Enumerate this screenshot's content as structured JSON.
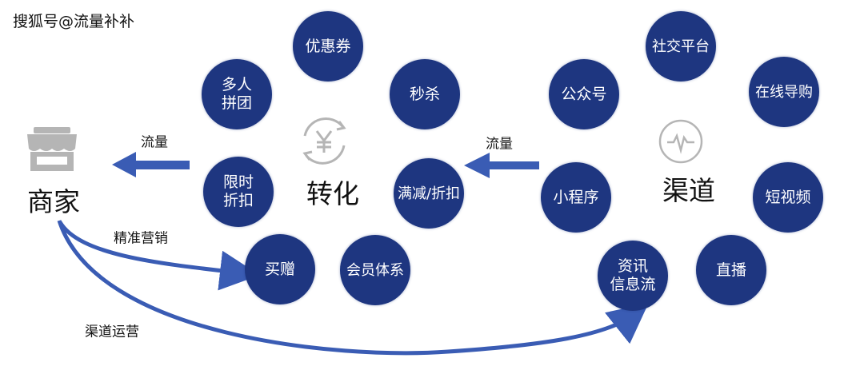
{
  "watermark": "搜狐号@流量补补",
  "merchant": {
    "label": "商家",
    "icon": "store-icon"
  },
  "conversion": {
    "label": "转化",
    "icon": "yuan-cycle-icon",
    "items": [
      "优惠券",
      "多人\n拼团",
      "秒杀",
      "限时\n折扣",
      "满减/折扣",
      "买赠",
      "会员体系"
    ]
  },
  "channel": {
    "label": "渠道",
    "icon": "pulse-icon",
    "items": [
      "公众号",
      "社交平台",
      "在线导购",
      "小程序",
      "短视频",
      "资讯\n信息流",
      "直播"
    ]
  },
  "arrows": {
    "traffic_left": "流量",
    "traffic_right": "流量",
    "precision_marketing": "精准营销",
    "channel_operation": "渠道运营"
  },
  "colors": {
    "circle": "#1e3680",
    "arrow": "#3a5cb4",
    "icon": "#b5b5b5"
  }
}
